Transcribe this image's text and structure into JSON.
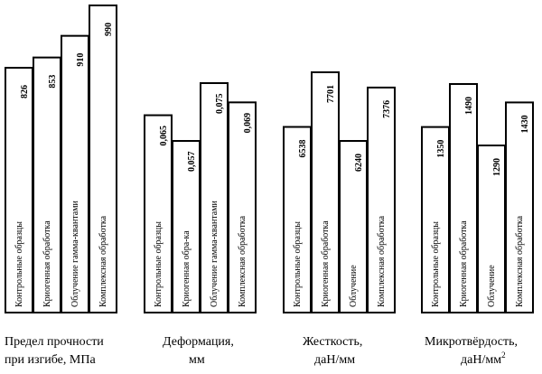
{
  "chart_data": [
    {
      "type": "bar",
      "categories": [
        "Контрольные образцы",
        "Криогенная обработка",
        "Облучение гамма-квантами",
        "Комплексная обработка"
      ],
      "values": [
        826,
        853,
        910,
        990
      ],
      "value_labels": [
        "826",
        "853",
        "910",
        "990"
      ],
      "caption": [
        "Предел прочности",
        "при изгибе, МПа"
      ]
    },
    {
      "type": "bar",
      "categories": [
        "Контрольные образцы",
        "Криогенная обра-ка",
        "Облучение гамма-квантами",
        "Комплексная обработка"
      ],
      "values": [
        0.065,
        0.057,
        0.075,
        0.069
      ],
      "value_labels": [
        "0,065",
        "0,057",
        "0,075",
        "0,069"
      ],
      "caption": [
        "Деформация,",
        "мм"
      ]
    },
    {
      "type": "bar",
      "categories": [
        "Контрольные образцы",
        "Криогенная обработка",
        "Облучение",
        "Комплексная обработка"
      ],
      "values": [
        6538,
        7701,
        6240,
        7376
      ],
      "value_labels": [
        "6538",
        "7701",
        "6240",
        "7376"
      ],
      "caption": [
        "Жесткость,",
        "даН/мм"
      ]
    },
    {
      "type": "bar",
      "categories": [
        "Контрольные образцы",
        "Криогенная обработка",
        "Облучение",
        "Комплексная обработка"
      ],
      "values": [
        1350,
        1490,
        1290,
        1430
      ],
      "value_labels": [
        "1350",
        "1490",
        "1290",
        "1430"
      ],
      "caption": [
        "Микротвёрдость,",
        "даН/мм",
        "2"
      ]
    }
  ]
}
